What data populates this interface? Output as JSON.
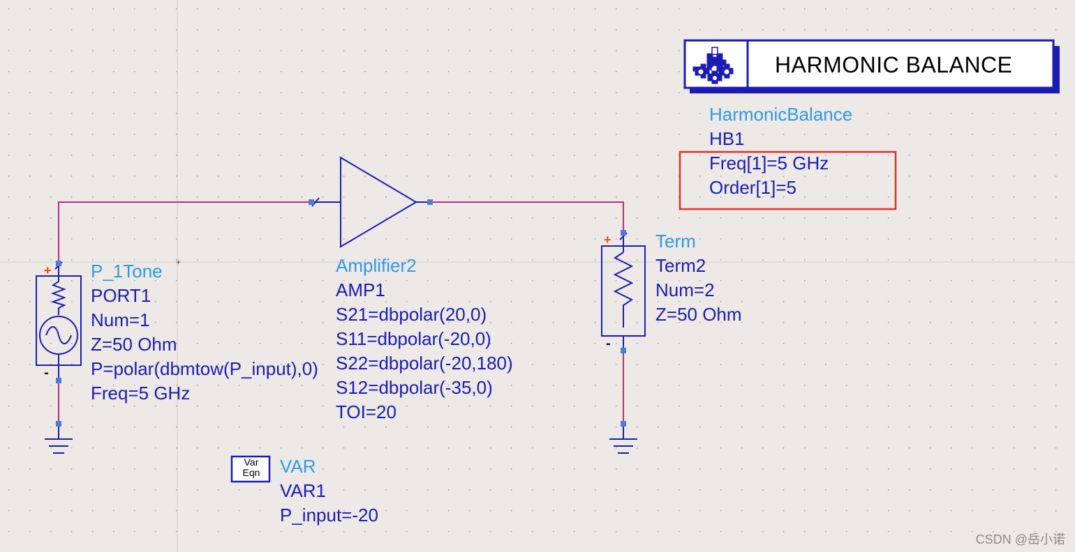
{
  "harmonic_balance": {
    "title": "HARMONIC BALANCE",
    "class_name": "HarmonicBalance",
    "instance": "HB1",
    "freq": "Freq[1]=5 GHz",
    "order": "Order[1]=5",
    "icon": "gear-cluster-icon"
  },
  "port1": {
    "class_name": "P_1Tone",
    "instance": "PORT1",
    "num": "Num=1",
    "z": "Z=50 Ohm",
    "p": "P=polar(dbmtow(P_input),0)",
    "freq": "Freq=5 GHz",
    "plus": "+",
    "minus": "-"
  },
  "amplifier": {
    "class_name": "Amplifier2",
    "instance": "AMP1",
    "s21": "S21=dbpolar(20,0)",
    "s11": "S11=dbpolar(-20,0)",
    "s22": "S22=dbpolar(-20,180)",
    "s12": "S12=dbpolar(-35,0)",
    "toi": "TOI=20"
  },
  "term2": {
    "class_name": "Term",
    "instance": "Term2",
    "num": "Num=2",
    "z": "Z=50 Ohm",
    "plus": "+",
    "minus": "-"
  },
  "var": {
    "icon_line1": "Var",
    "icon_line2": "Eqn",
    "class_name": "VAR",
    "instance": "VAR1",
    "p_input": "P_input=-20"
  },
  "watermark": "CSDN @岳小诺",
  "colors": {
    "wire": "#c4287c",
    "component": "#1c1cb4",
    "class_label": "#2f9ae8",
    "highlight": "#e03030",
    "pin": "#4a7fd4",
    "plus": "#ff4400"
  }
}
